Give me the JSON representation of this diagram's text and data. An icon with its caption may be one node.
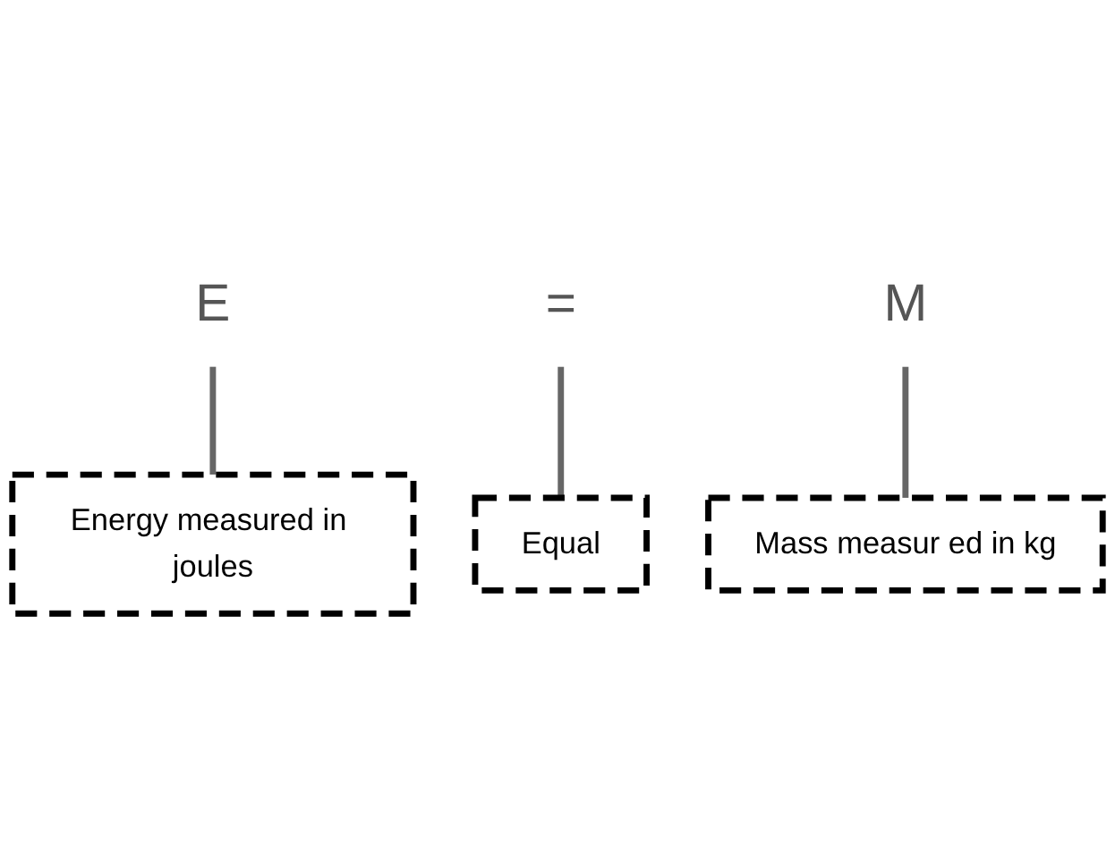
{
  "diagram": {
    "nodes": [
      {
        "text": [
          "E"
        ]
      },
      {
        "text": [
          "="
        ]
      },
      {
        "text": [
          "M"
        ]
      },
      {
        "text": [
          "Energy measured in joules"
        ]
      },
      {
        "text": [
          "Equal"
        ]
      },
      {
        "text": [
          "Mass measur ed in kg"
        ]
      }
    ],
    "edges": [
      {
        "from": 0,
        "to": 3,
        "arrow": "none"
      },
      {
        "from": 1,
        "to": 4,
        "arrow": "none"
      },
      {
        "from": 2,
        "to": 5,
        "arrow": "none"
      }
    ]
  }
}
